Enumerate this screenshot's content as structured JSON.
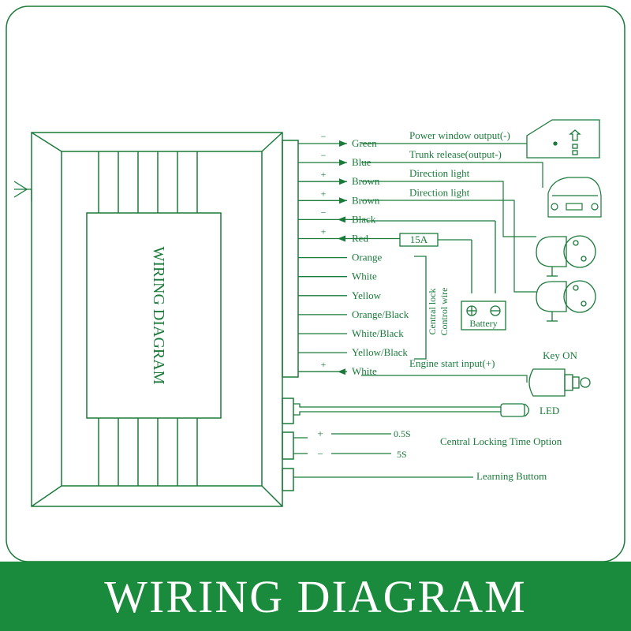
{
  "colors": {
    "accent": "#1a8a3c",
    "line": "#1a7a3a"
  },
  "module_label": "WIRING DIAGRAM",
  "banner_title": "WIRING DIAGRAM",
  "wires": [
    {
      "sign": "−",
      "color": "Green",
      "dir": "out",
      "desc": "Power window output(-)"
    },
    {
      "sign": "−",
      "color": "Blue",
      "dir": "out",
      "desc": "Trunk release(output-)"
    },
    {
      "sign": "+",
      "color": "Brown",
      "dir": "out",
      "desc": "Direction light"
    },
    {
      "sign": "+",
      "color": "Brown",
      "dir": "out",
      "desc": "Direction light"
    },
    {
      "sign": "−",
      "color": "Black",
      "dir": "in",
      "desc": ""
    },
    {
      "sign": "+",
      "color": "Red",
      "dir": "in",
      "desc": ""
    },
    {
      "sign": "",
      "color": "Orange",
      "dir": "",
      "desc": ""
    },
    {
      "sign": "",
      "color": "White",
      "dir": "",
      "desc": ""
    },
    {
      "sign": "",
      "color": "Yellow",
      "dir": "",
      "desc": ""
    },
    {
      "sign": "",
      "color": "Orange/Black",
      "dir": "",
      "desc": ""
    },
    {
      "sign": "",
      "color": "White/Black",
      "dir": "",
      "desc": ""
    },
    {
      "sign": "",
      "color": "Yellow/Black",
      "dir": "",
      "desc": ""
    },
    {
      "sign": "+",
      "color": "White",
      "dir": "in",
      "desc": "Engine start input(+)"
    }
  ],
  "fuse_label": "15A",
  "battery_label": "Battery",
  "central_lock_label": [
    "Central lock",
    "Control wire"
  ],
  "key_label": "Key ON",
  "led_label": "LED",
  "time_option": {
    "plus_sign": "+",
    "plus_value": "0.5S",
    "minus_sign": "−",
    "minus_value": "5S",
    "label": "Central Locking Time Option"
  },
  "learning_label": "Learning Buttom"
}
